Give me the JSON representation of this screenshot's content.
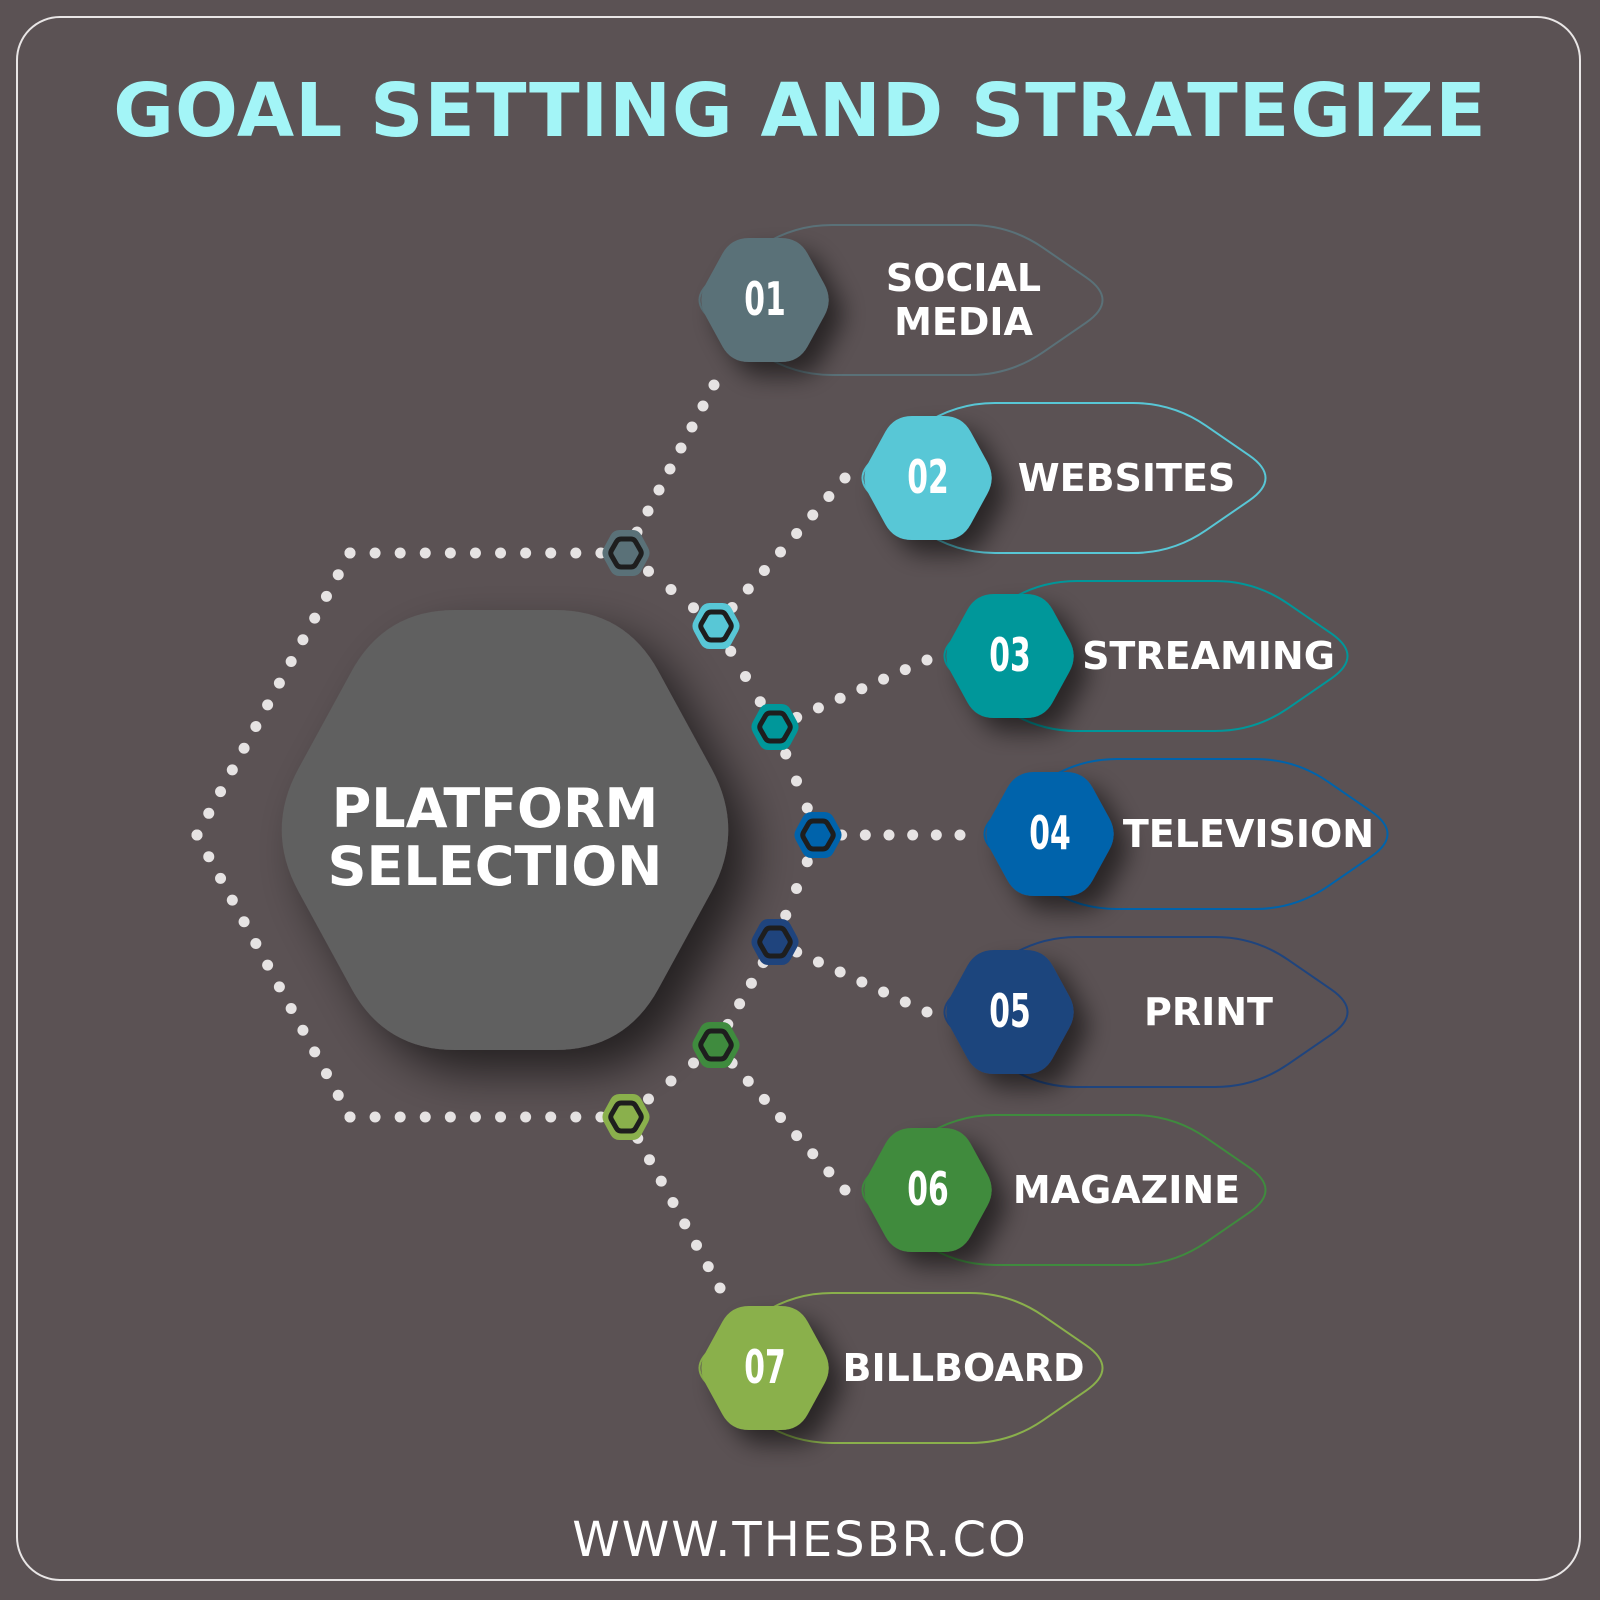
{
  "title": "GOAL SETTING AND STRATEGIZE",
  "center": {
    "label": "PLATFORM\nSELECTION",
    "color": "#606060"
  },
  "items": [
    {
      "num": "01",
      "label": "SOCIAL\nMEDIA",
      "color": "#5a7178"
    },
    {
      "num": "02",
      "label": "WEBSITES",
      "color": "#58c7d6"
    },
    {
      "num": "03",
      "label": "STREAMING",
      "color": "#00979a"
    },
    {
      "num": "04",
      "label": "TELEVISION",
      "color": "#0063ab"
    },
    {
      "num": "05",
      "label": "PRINT",
      "color": "#1f447d"
    },
    {
      "num": "06",
      "label": "MAGAZINE",
      "color": "#3f8b3e"
    },
    {
      "num": "07",
      "label": "BILLBOARD",
      "color": "#8ab04c"
    }
  ],
  "footer": "WWW.THESBR.CO"
}
